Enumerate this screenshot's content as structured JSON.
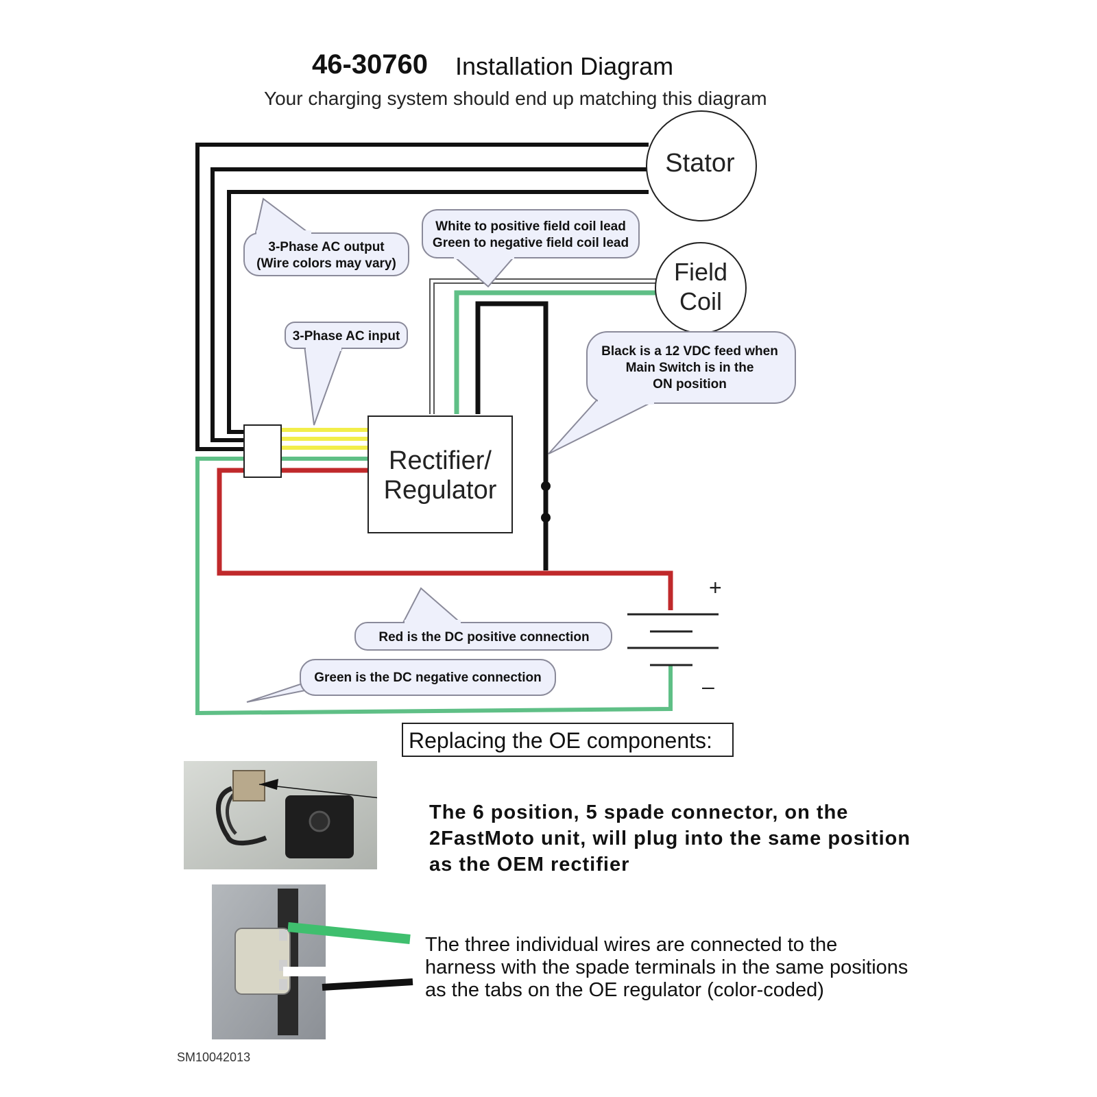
{
  "title": {
    "part_number": "46-30760",
    "text": "Installation Diagram",
    "subtitle": "Your charging system should end up matching this diagram"
  },
  "components": {
    "stator": "Stator",
    "field_coil": [
      "Field",
      "Coil"
    ],
    "rectifier": [
      "Rectifier/",
      "Regulator"
    ],
    "battery_positive": "+",
    "battery_negative": "–"
  },
  "callouts": {
    "ac_output": [
      "3-Phase AC output",
      "(Wire colors may vary)"
    ],
    "ac_input": "3-Phase AC input",
    "field_leads": [
      "White to positive field coil lead",
      "Green to negative field coil lead"
    ],
    "black_feed": [
      "Black is a 12 VDC feed when",
      "Main Switch is in the",
      "ON position"
    ],
    "red_positive": "Red is the DC positive connection",
    "green_negative": "Green is the DC negative connection"
  },
  "replace_heading": "Replacing the OE components:",
  "notes": {
    "connector": [
      "The 6 position, 5 spade connector, on the",
      "2FastMoto unit, will plug into the same position",
      "as the OEM rectifier"
    ],
    "wires": [
      "The three individual wires are connected to the",
      "harness with the spade terminals in the same positions",
      "as the tabs on the OE regulator (color-coded)"
    ]
  },
  "footer_code": "SM10042013",
  "colors": {
    "black_wire": "#111111",
    "yellow_wire": "#f2ee4a",
    "green_wire": "#5fbf86",
    "red_wire": "#c0292b",
    "bubble_fill": "#eef0fb",
    "bubble_stroke": "#8a8a9a"
  }
}
